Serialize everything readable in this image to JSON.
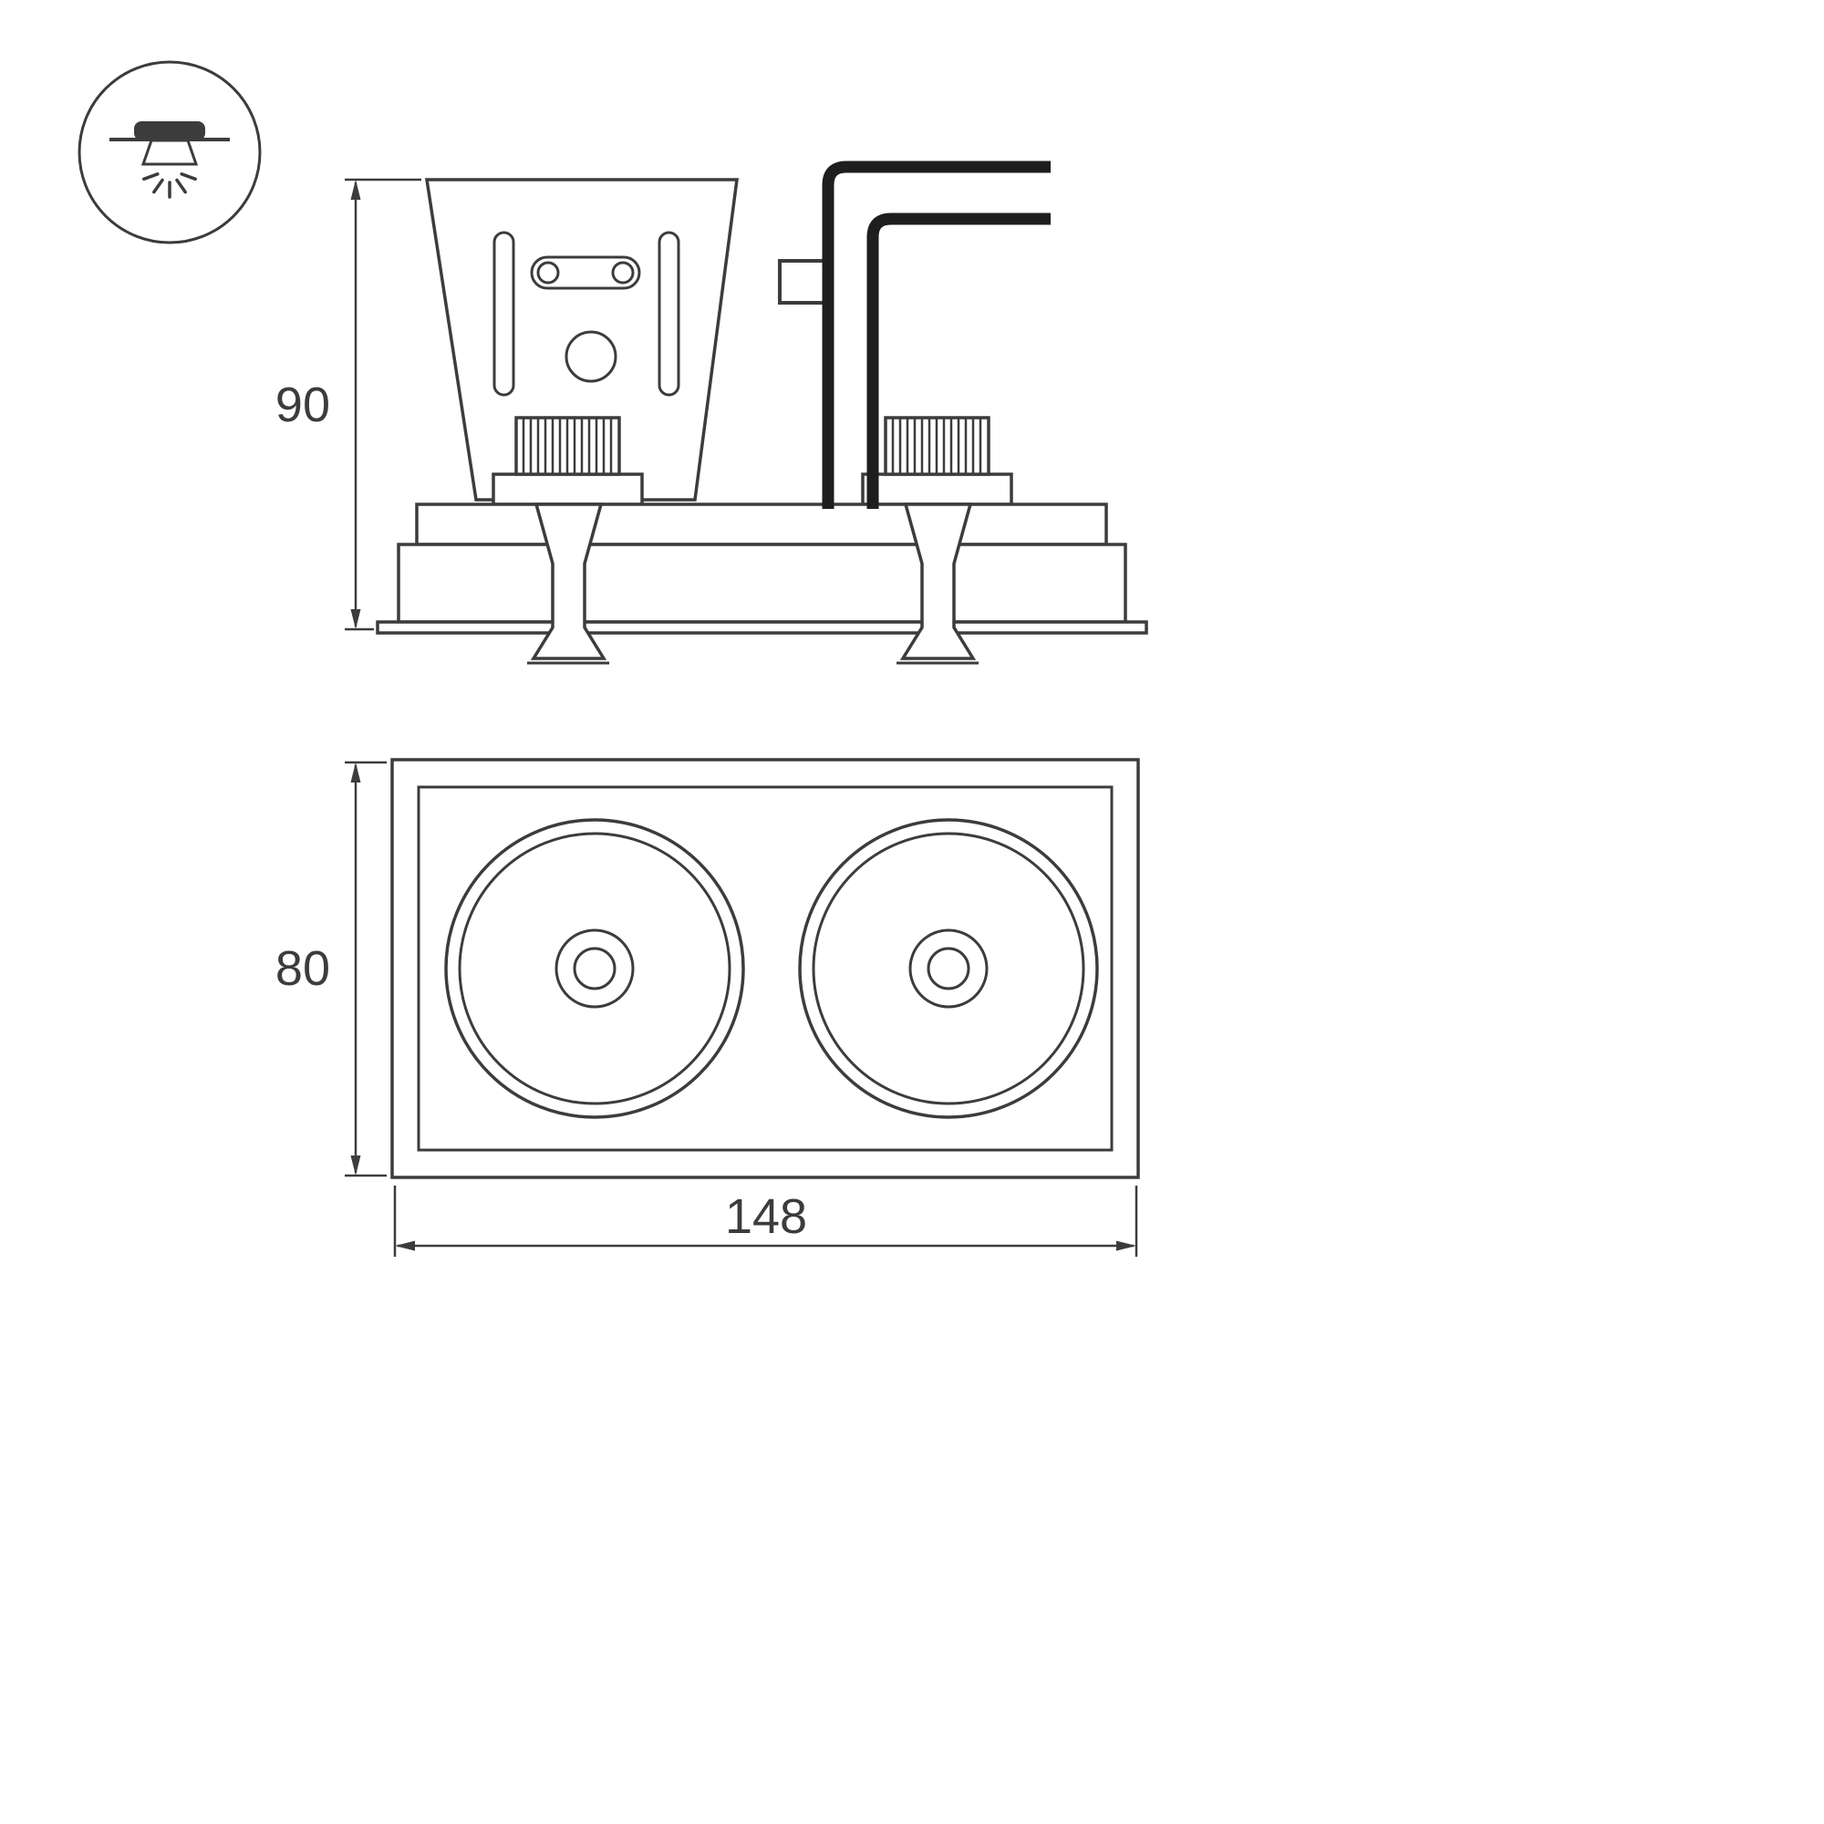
{
  "drawing": {
    "kind": "technical-dimension-drawing",
    "product": "double recessed gimbal downlight",
    "views": {
      "side": {
        "height": {
          "value": "90"
        }
      },
      "front": {
        "height": {
          "value": "80"
        },
        "width": {
          "value": "148"
        }
      }
    }
  },
  "icon": {
    "name": "recessed-downlight-mounting-icon"
  },
  "colors": {
    "line": "#3c3c3c",
    "cable": "#1e1e1e",
    "background": "#ffffff"
  }
}
